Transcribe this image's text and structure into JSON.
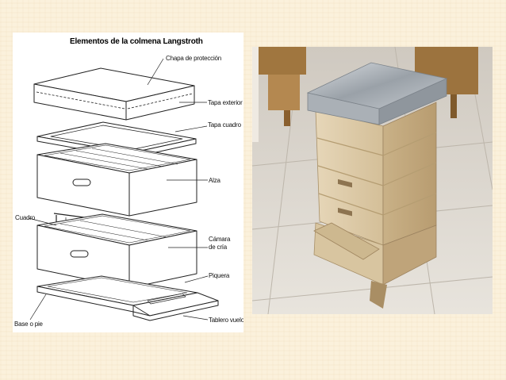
{
  "diagram": {
    "title": "Elementos de la colmena Langstroth",
    "labels": {
      "chapa": "Chapa de protección",
      "tapa_exterior": "Tapa exterior",
      "tapa_cuadro": "Tapa cuadro",
      "alza": "Alza",
      "cuadro": "Cuadro",
      "camara_line1": "Cámara",
      "camara_line2": "de cría",
      "piquera": "Piquera",
      "base": "Base o pie",
      "tablero": "Tablero vuelo"
    }
  },
  "colors": {
    "background": "#fbf1dc",
    "steel_top": "#b9bec4",
    "wood": "#d9c6a3"
  }
}
